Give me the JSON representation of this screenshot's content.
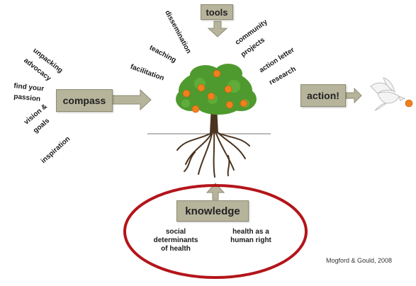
{
  "tools": {
    "box_label": "tools",
    "items": [
      "dissemination",
      "teaching",
      "facilitation",
      "community",
      "projects",
      "action letter",
      "research"
    ]
  },
  "compass": {
    "box_label": "compass",
    "items": [
      "unpacking",
      "advocacy",
      "find your",
      "passion",
      "vision &",
      "goals",
      "inspiration"
    ]
  },
  "action": {
    "box_label": "action!"
  },
  "knowledge": {
    "box_label": "knowledge",
    "left_lines": [
      "social",
      "determinants",
      "of health"
    ],
    "right_lines": [
      "health as a",
      "human right"
    ]
  },
  "citation": "Mogford & Gould, 2008",
  "colors": {
    "box_fill": "#b7b49c",
    "ellipse_stroke": "#b3151a",
    "foliage": "#4f9a2e",
    "fruit": "#f07f1d",
    "trunk": "#4a3420"
  },
  "icons": [
    "tree-icon",
    "bird-icon"
  ]
}
